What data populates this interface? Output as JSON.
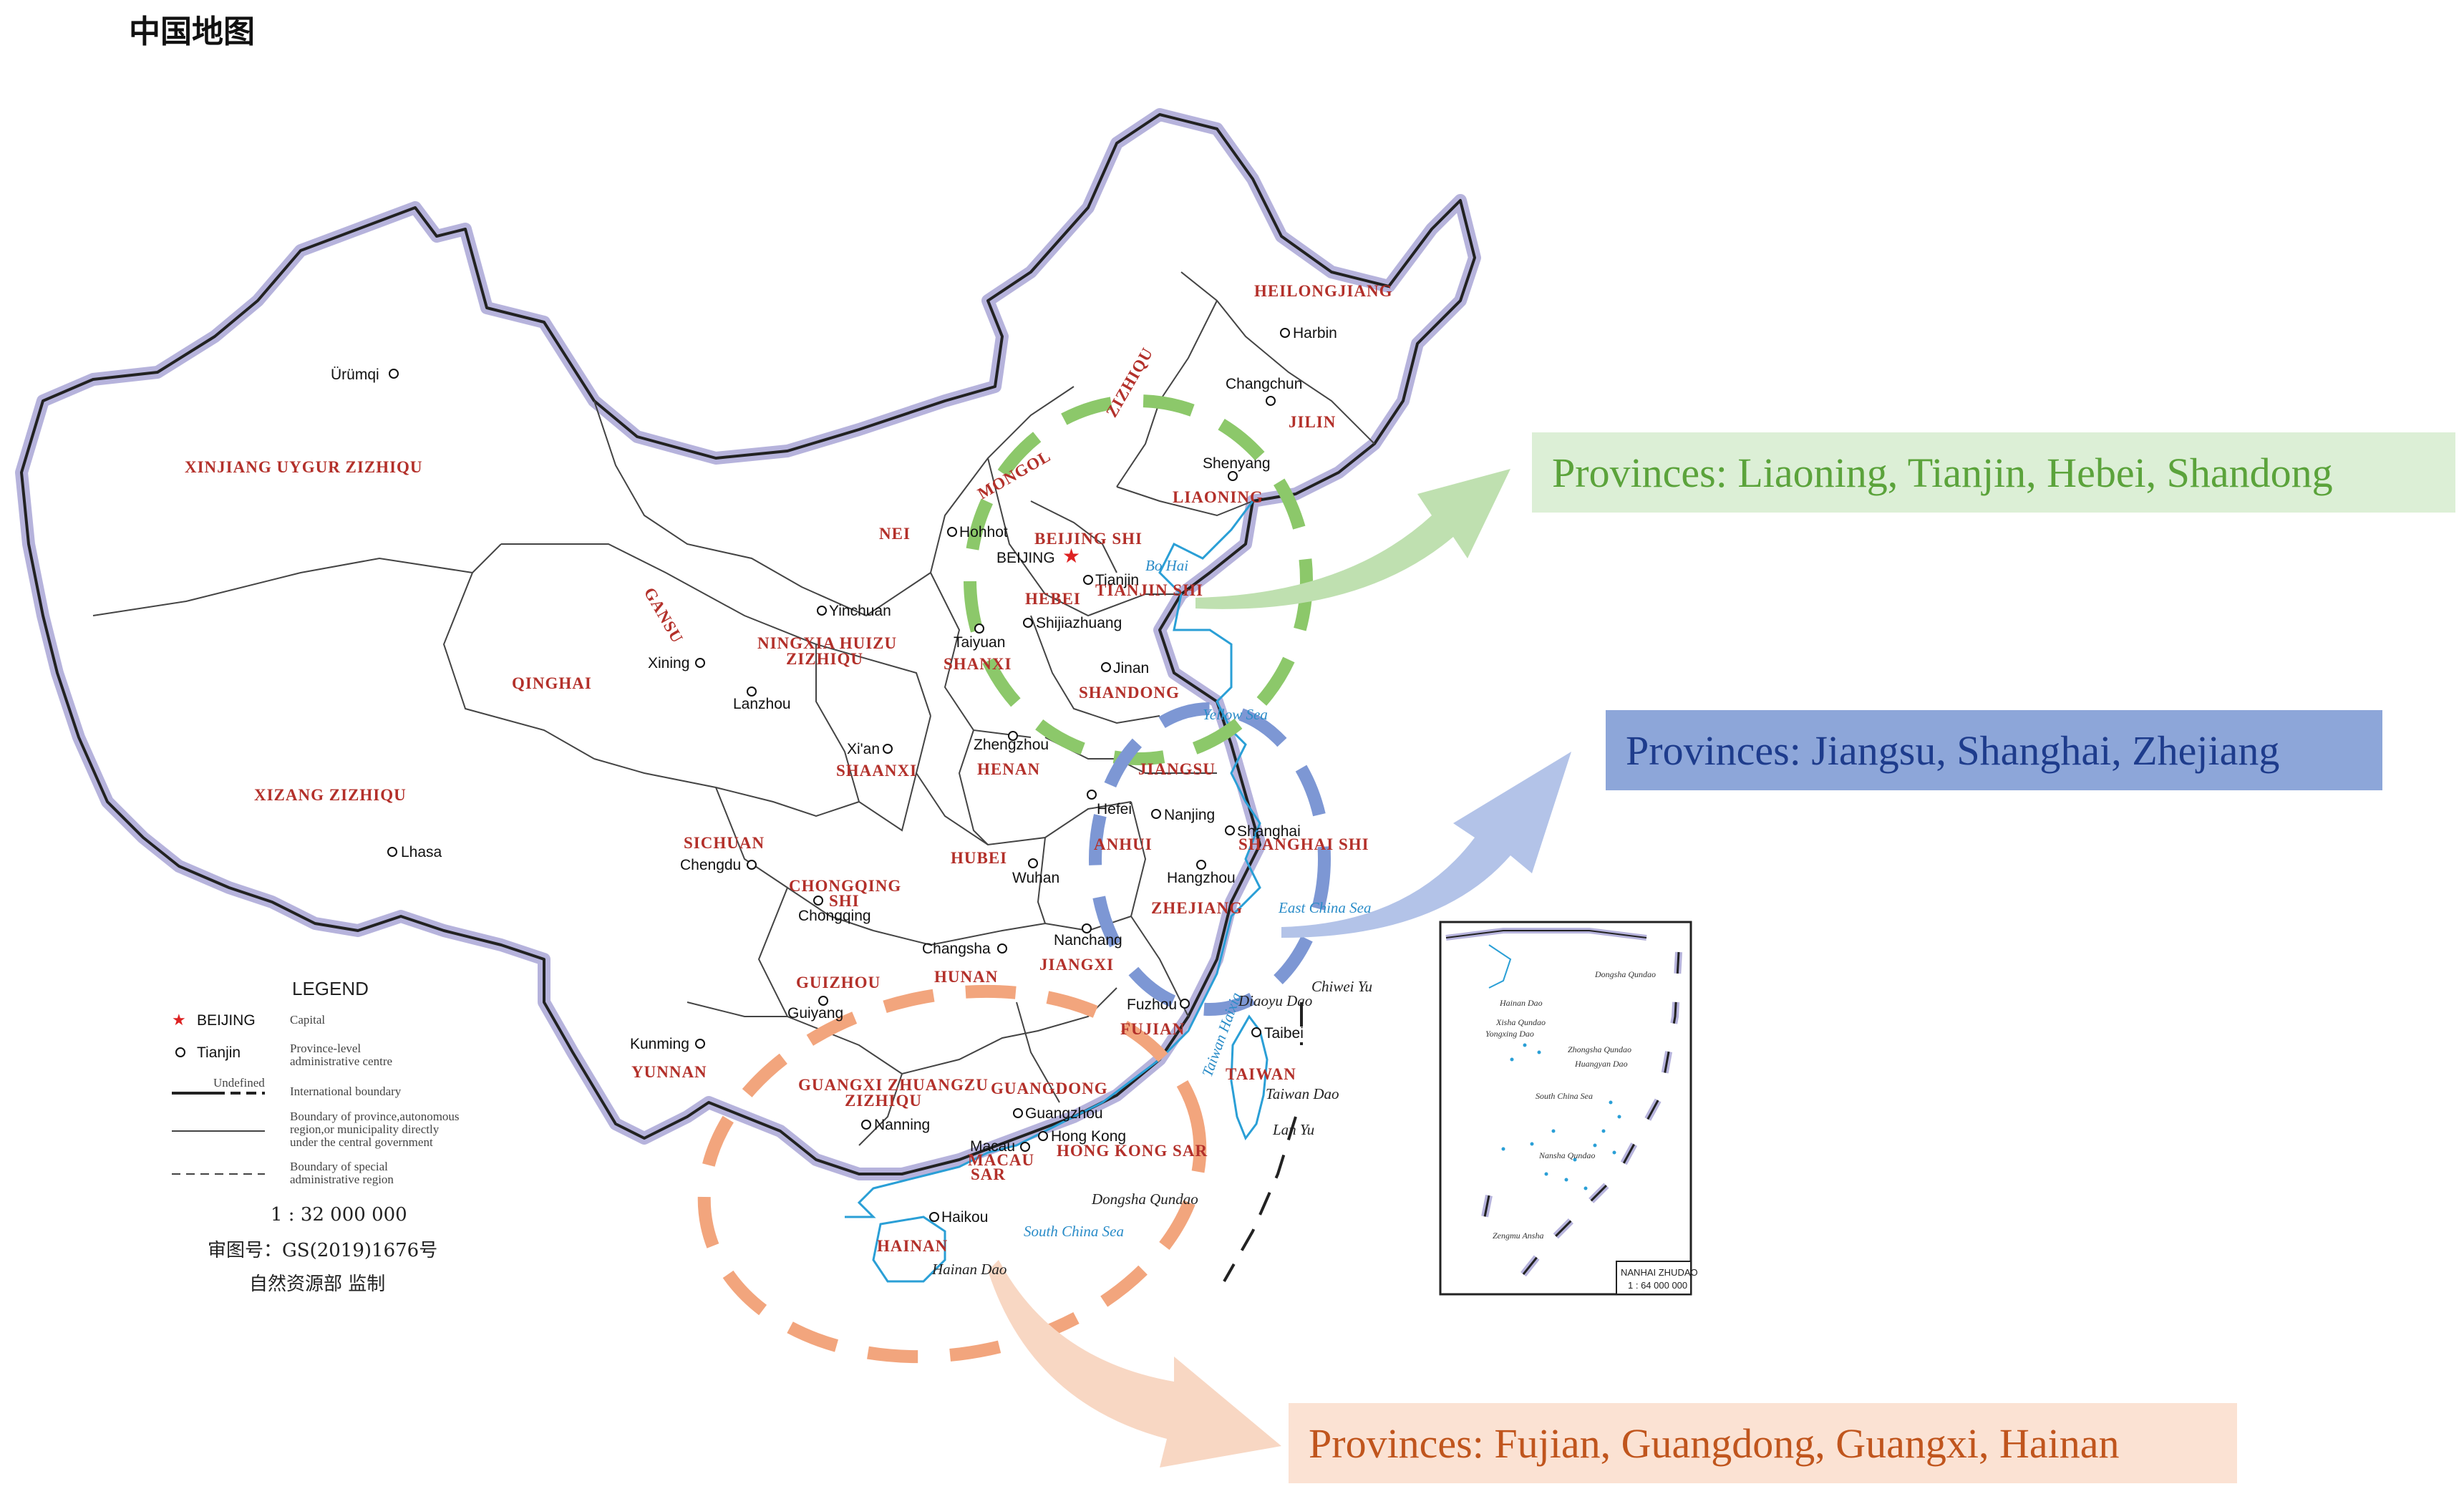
{
  "map_title": "中国地图",
  "provinces": {
    "xinjiang": "XINJIANG  UYGUR  ZIZHIQU",
    "xizang": "XIZANG  ZIZHIQU",
    "qinghai": "QINGHAI",
    "gansu": "GANSU",
    "nei_mongol_1": "NEI",
    "nei_mongol_2": "MONGOL",
    "nei_mongol_3": "ZIZHIQU",
    "heilongjiang": "HEILONGJIANG",
    "jilin": "JILIN",
    "liaoning": "LIAONING",
    "beijing": "BEIJING  SHI",
    "tianjin": "TIANJIN  SHI",
    "hebei": "HEBEI",
    "shanxi": "SHANXI",
    "shandong": "SHANDONG",
    "ningxia_1": "NINGXIA HUIZU",
    "ningxia_2": "ZIZHIQU",
    "shaanxi": "SHAANXI",
    "henan": "HENAN",
    "jiangsu": "JIANGSU",
    "shanghai": "SHANGHAI  SHI",
    "anhui": "ANHUI",
    "hubei": "HUBEI",
    "sichuan": "SICHUAN",
    "chongqing_1": "CHONGQING",
    "chongqing_2": "SHI",
    "zhejiang": "ZHEJIANG",
    "hunan": "HUNAN",
    "jiangxi": "JIANGXI",
    "guizhou": "GUIZHOU",
    "yunnan": "YUNNAN",
    "fujian": "FUJIAN",
    "taiwan": "TAIWAN",
    "guangxi_1": "GUANGXI ZHUANGZU",
    "guangxi_2": "ZIZHIQU",
    "guangdong": "GUANGDONG",
    "hongkong": "HONG KONG SAR",
    "macau_1": "MACAU",
    "macau_2": "SAR",
    "hainan": "HAINAN"
  },
  "cities": {
    "urumqi": "Ürümqi",
    "harbin": "Harbin",
    "changchun": "Changchun",
    "shenyang": "Shenyang",
    "hohhot": "Hohhot",
    "beijing": "BEIJING",
    "tianjin": "Tianjin",
    "yinchuan": "Yinchuan",
    "taiyuan": "Taiyuan",
    "shijiazhuang": "Shijiazhuang",
    "xining": "Xining",
    "lanzhou": "Lanzhou",
    "jinan": "Jinan",
    "zhengzhou": "Zhengzhou",
    "xian": "Xi'an",
    "hefei": "Hefei",
    "nanjing": "Nanjing",
    "shanghai": "Shanghai",
    "lhasa": "Lhasa",
    "chengdu": "Chengdu",
    "wuhan": "Wuhan",
    "hangzhou": "Hangzhou",
    "chongqing": "Chongqing",
    "changsha": "Changsha",
    "nanchang": "Nanchang",
    "guiyang": "Guiyang",
    "fuzhou": "Fuzhou",
    "kunming": "Kunming",
    "taibei": "Taibei",
    "nanning": "Nanning",
    "guangzhou": "Guangzhou",
    "hongkong": "Hong Kong",
    "macau": "Macau",
    "haikou": "Haikou"
  },
  "seas": {
    "bohai": "Bo Hai",
    "yellow": "Yellow Sea",
    "eastchina": "East  China  Sea",
    "southchina": "South  China  Sea",
    "taiwanstrait": "Taiwan Haixia"
  },
  "islands": {
    "diaoyu": "Diaoyu Dao",
    "chiwei": "Chiwei Yu",
    "taiwandao": "Taiwan Dao",
    "lanyu": "Lan Yu",
    "dongsha": "Dongsha Qundao",
    "hainandao": "Hainan Dao"
  },
  "legend": {
    "title": "LEGEND",
    "capital_label": "BEIJING",
    "capital_desc": "Capital",
    "centre_label": "Tianjin",
    "centre_desc_1": "Province-level",
    "centre_desc_2": "administrative centre",
    "undefined": "Undefined",
    "intl_boundary": "International boundary",
    "prov_boundary_1": "Boundary of province,autonomous",
    "prov_boundary_2": "region,or municipality directly",
    "prov_boundary_3": "under the central government",
    "sar_boundary_1": "Boundary of special",
    "sar_boundary_2": "administrative region",
    "scale": "1 : 32 000 000",
    "approval": "审图号：GS(2019)1676号",
    "producer": "自然资源部  监制"
  },
  "inset": {
    "title": "NANHAI ZHUDAO",
    "scale": "1 : 64 000 000",
    "hainandao": "Hainan Dao",
    "dongsha": "Dongsha Qundao",
    "xisha_1": "Xisha Qundao",
    "xisha_2": "Yongxing Dao",
    "zhongsha": "Zhongsha Qundao",
    "huangyan": "Huangyan Dao",
    "sea": "South  China  Sea",
    "nansha": "Nansha Qundao",
    "zengmu": "Zengmu Ansha"
  },
  "callouts": {
    "green": "Provinces: Liaoning, Tianjin, Hebei, Shandong",
    "blue": "Provinces: Jiangsu, Shanghai, Zhejiang",
    "orange": "Provinces: Fujian, Guangdong, Guangxi, Hainan"
  },
  "colors": {
    "border": "#b6b3dc",
    "province_label": "#b3302a",
    "coast": "#2a9fd6",
    "green": "#8cc86a",
    "blue": "#7d97d4",
    "orange": "#f2a57d"
  }
}
